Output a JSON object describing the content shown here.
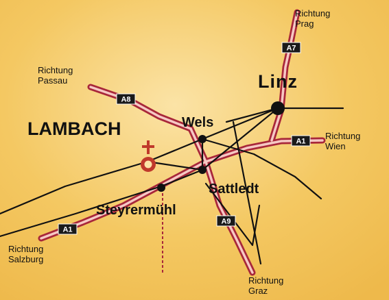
{
  "colors": {
    "background": "#f4c55e",
    "background_light": "#fbe1a0",
    "motorway_outer": "#a8273a",
    "motorway_inner": "#f6c8c4",
    "rail": "#111111",
    "shield_bg": "#1a1a1a",
    "church": "#c0392b"
  },
  "places": {
    "lambach": "LAMBACH",
    "linz": "Linz",
    "wels": "Wels",
    "sattledt": "Sattledt",
    "steyrermuehl": "Steyrermühl"
  },
  "directions": {
    "prag": [
      "Richtung",
      "Prag"
    ],
    "passau": [
      "Richtung",
      "Passau"
    ],
    "wien": [
      "Richtung",
      "Wien"
    ],
    "salzburg": [
      "Richtung",
      "Salzburg"
    ],
    "graz": [
      "Richtung",
      "Graz"
    ]
  },
  "shields": {
    "a7": "A7",
    "a8": "A8",
    "a1_east": "A1",
    "a1_west": "A1",
    "a9": "A9"
  },
  "icons": {
    "lambach": "church-location-icon"
  }
}
